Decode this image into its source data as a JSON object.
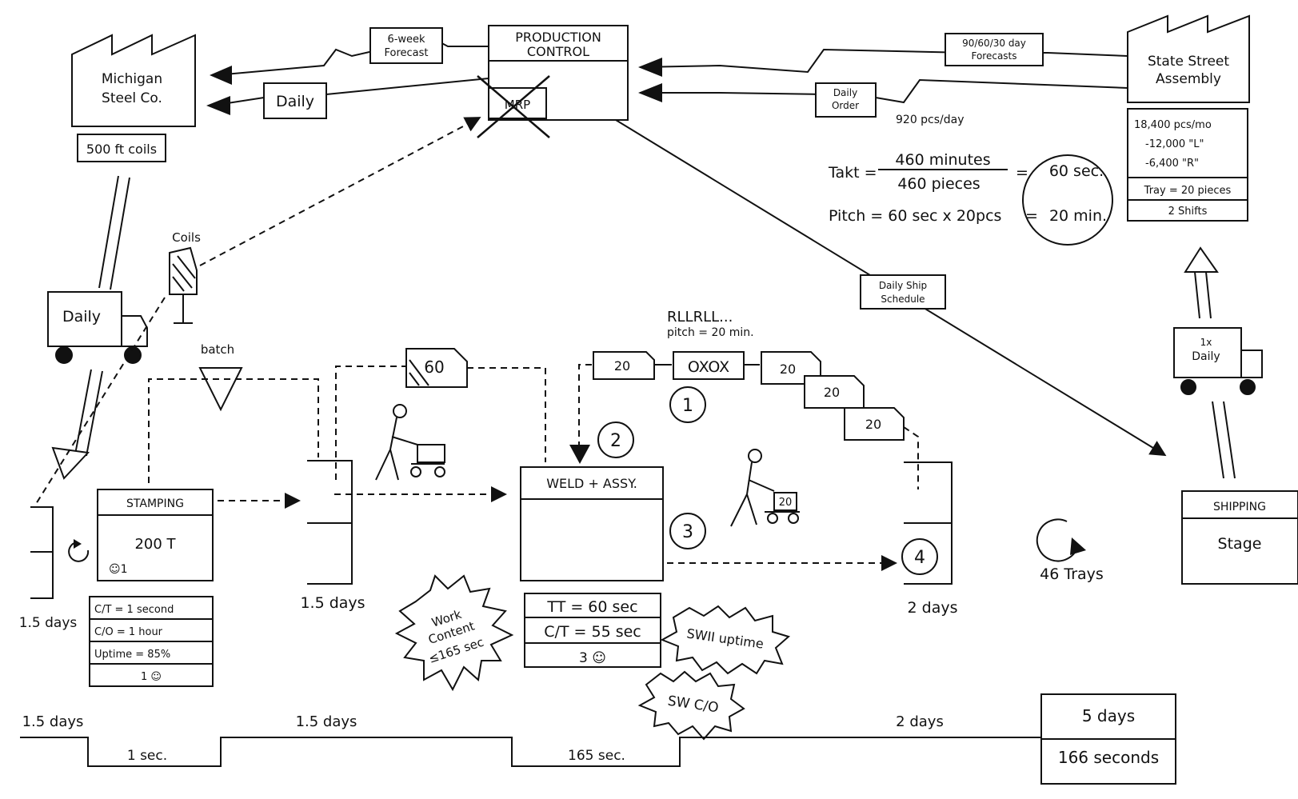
{
  "production_control": {
    "title_line1": "PRODUCTION",
    "title_line2": "CONTROL",
    "mrp": "MRP"
  },
  "supplier": {
    "name_line1": "Michigan",
    "name_line2": "Steel Co.",
    "item": "500 ft coils"
  },
  "customer": {
    "name_line1": "State Street",
    "name_line2": "Assembly",
    "data": [
      "18,400 pcs/mo",
      "-12,000 \"L\"",
      "-6,400 \"R\"",
      "Tray = 20 pieces",
      "2 Shifts"
    ]
  },
  "info_flows": {
    "forecast_6wk_l1": "6-week",
    "forecast_6wk_l2": "Forecast",
    "daily_to_supplier": "Daily",
    "forecast_90_l1": "90/60/30 day",
    "forecast_90_l2": "Forecasts",
    "daily_order_l1": "Daily",
    "daily_order_l2": "Order",
    "pcs_day": "920 pcs/day",
    "ship_schedule_l1": "Daily Ship",
    "ship_schedule_l2": "Schedule"
  },
  "takt": {
    "takt_label": "Takt =",
    "numerator": "460 minutes",
    "denominator": "460 pieces",
    "takt_result": "60 sec.",
    "pitch_expr": "Pitch = 60 sec x 20pcs",
    "pitch_result": "20 min."
  },
  "trucks": {
    "inbound_label": "Daily",
    "outbound_label_l1": "1x",
    "outbound_label_l2": "Daily"
  },
  "coils_label": "Coils",
  "batch_label": "batch",
  "kanban_60": "60",
  "kanban_20": "20",
  "heijunka": {
    "sequence": "RLLRLL...",
    "pitch_note": "pitch = 20 min.",
    "box": "OXOX"
  },
  "bursts": {
    "work_content_l1": "Work",
    "work_content_l2": "Content",
    "work_content_l3": "≤165 sec",
    "swii_uptime": "SWII uptime",
    "sw_co": "SW C/O"
  },
  "numbered_circles": [
    "1",
    "2",
    "3",
    "4"
  ],
  "processes": {
    "stamping": {
      "title": "STAMPING",
      "tonnage": "200 T",
      "operators": "☺1",
      "data": [
        "C/T = 1 second",
        "C/O = 1 hour",
        "Uptime = 85%",
        "1 ☺"
      ]
    },
    "weld": {
      "title": "WELD + ASSY.",
      "data": [
        "TT = 60 sec",
        "C/T = 55 sec",
        "3 ☺"
      ]
    },
    "shipping": {
      "title": "SHIPPING",
      "sub": "Stage"
    }
  },
  "inventory": {
    "coils_days": "1.5 days",
    "stamped_days": "1.5 days",
    "fg_days": "2 days"
  },
  "trays": "46 Trays",
  "timeline": {
    "lead_times": [
      "1.5 days",
      "1.5 days",
      "2 days"
    ],
    "process_times": [
      "1 sec.",
      "165 sec."
    ],
    "total_lead": "5 days",
    "total_process": "166 seconds"
  }
}
